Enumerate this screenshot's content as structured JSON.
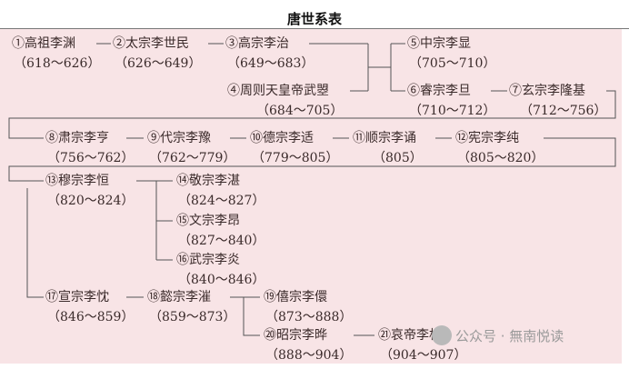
{
  "title": "唐世系表",
  "emperors": [
    {
      "name": "①高祖李渊",
      "years": "（618～626）"
    },
    {
      "name": "②太宗李世民",
      "years": "（626～649）"
    },
    {
      "name": "③高宗李治",
      "years": "（649～683）"
    },
    {
      "name": "④周则天皇帝武曌",
      "years": "（684～705）"
    },
    {
      "name": "⑤中宗李显",
      "years": "（705～710）"
    },
    {
      "name": "⑥睿宗李旦",
      "years": "（710～712）"
    },
    {
      "name": "⑦玄宗李隆基",
      "years": "（712～756）"
    },
    {
      "name": "⑧肃宗李亨",
      "years": "（756～762）"
    },
    {
      "name": "⑨代宗李豫",
      "years": "（762～779）"
    },
    {
      "name": "⑩德宗李适",
      "years": "（779～805）"
    },
    {
      "name": "⑪顺宗李诵",
      "years": "（805）"
    },
    {
      "name": "⑫宪宗李纯",
      "years": "（805～820）"
    },
    {
      "name": "⑬穆宗李恒",
      "years": "（820～824）"
    },
    {
      "name": "⑭敬宗李湛",
      "years": "（824～827）"
    },
    {
      "name": "⑮文宗李昂",
      "years": "（827～840）"
    },
    {
      "name": "⑯武宗李炎",
      "years": "（840～846）"
    },
    {
      "name": "⑰宣宗李忱",
      "years": "（846～859）"
    },
    {
      "name": "⑱懿宗李漼",
      "years": "（859～873）"
    },
    {
      "name": "⑲僖宗李儇",
      "years": "（873～888）"
    },
    {
      "name": "⑳昭宗李晔",
      "years": "（888～904）"
    },
    {
      "name": "㉑哀帝李柷",
      "years": "（904～907）"
    }
  ],
  "watermark": "公众号 · 無南悦读",
  "colors": {
    "panel": "#f8e4e6",
    "line": "#555555",
    "text": "#3a2a2a"
  }
}
